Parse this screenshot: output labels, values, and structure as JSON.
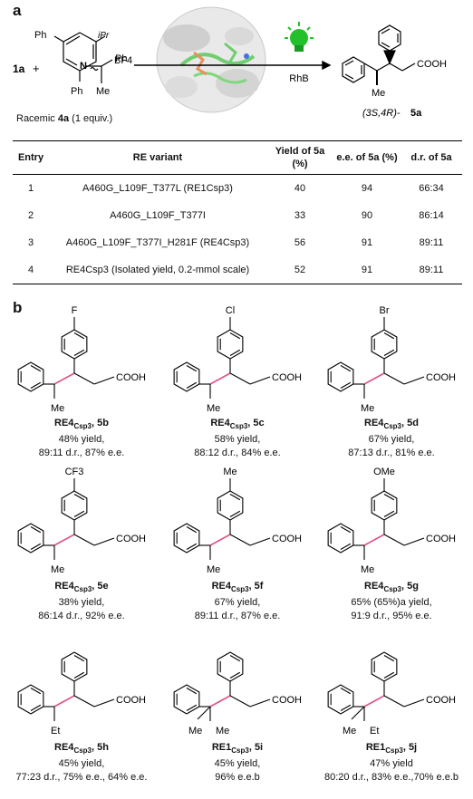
{
  "panel_a": {
    "letter": "a",
    "reactant_1a": "1a",
    "plus": "+",
    "pyridinium": {
      "ph_top": "Ph",
      "ipr": "iPr",
      "bf4": "BF4",
      "n_plus": "N",
      "ph_side": "Ph",
      "ph_bottom": "Ph",
      "me": "Me"
    },
    "racemic_label": "Racemic",
    "racemic_compound": "4a",
    "racemic_equiv": "(1 equiv.)",
    "catalyst": "RhB",
    "product_me": "Me",
    "product_acid": "COOH",
    "product_stereo": "(3S,4R)-",
    "product_id": "5a"
  },
  "table": {
    "headers": [
      "Entry",
      "RE variant",
      "Yield of 5a (%)",
      "e.e. of 5a (%)",
      "d.r. of 5a"
    ],
    "rows": [
      {
        "entry": "1",
        "variant": "A460G_L109F_T377L (RE1Csp3)",
        "yield": "40",
        "ee": "94",
        "dr": "66:34"
      },
      {
        "entry": "2",
        "variant": "A460G_L109F_T377I",
        "yield": "33",
        "ee": "90",
        "dr": "86:14"
      },
      {
        "entry": "3",
        "variant": "A460G_L109F_T377I_H281F (RE4Csp3)",
        "yield": "56",
        "ee": "91",
        "dr": "89:11"
      },
      {
        "entry": "4",
        "variant": "RE4Csp3 (Isolated yield, 0.2-mmol scale)",
        "yield": "52",
        "ee": "91",
        "dr": "89:11"
      }
    ]
  },
  "panel_b": {
    "letter": "b",
    "compounds": [
      {
        "sub": "F",
        "alkyl1": "Me",
        "alkyl2": "",
        "enzyme": "RE4",
        "id": "5b",
        "line2": "48% yield,",
        "line3": "89:11 d.r., 87% e.e."
      },
      {
        "sub": "Cl",
        "alkyl1": "Me",
        "alkyl2": "",
        "enzyme": "RE4",
        "id": "5c",
        "line2": "58% yield,",
        "line3": "88:12 d.r., 84% e.e."
      },
      {
        "sub": "Br",
        "alkyl1": "Me",
        "alkyl2": "",
        "enzyme": "RE4",
        "id": "5d",
        "line2": "67% yield,",
        "line3": "87:13 d.r., 81% e.e."
      },
      {
        "sub": "CF3",
        "alkyl1": "Me",
        "alkyl2": "",
        "enzyme": "RE4",
        "id": "5e",
        "line2": "38% yield,",
        "line3": "86:14 d.r., 92% e.e."
      },
      {
        "sub": "Me",
        "alkyl1": "Me",
        "alkyl2": "",
        "enzyme": "RE4",
        "id": "5f",
        "line2": "67% yield,",
        "line3": "89:11 d.r., 87% e.e."
      },
      {
        "sub": "OMe",
        "alkyl1": "Me",
        "alkyl2": "",
        "enzyme": "RE4",
        "id": "5g",
        "line2": "65% (65%)a yield,",
        "line3": "91:9 d.r., 95% e.e."
      },
      {
        "sub": "",
        "alkyl1": "Et",
        "alkyl2": "",
        "enzyme": "RE4",
        "id": "5h",
        "line2": "45% yield,",
        "line3": "77:23 d.r., 75% e.e., 64% e.e."
      },
      {
        "sub": "",
        "alkyl1": "Me",
        "alkyl2": "Me",
        "enzyme": "RE1",
        "id": "5i",
        "line2": "45% yield,",
        "line3": "96% e.e.b"
      },
      {
        "sub": "",
        "alkyl1": "Me",
        "alkyl2": "Et",
        "enzyme": "RE1",
        "id": "5j",
        "line2": "47% yield",
        "line3": "80:20 d.r., 83% e.e.,70% e.e.b"
      }
    ],
    "enzyme_subscript": "Csp3",
    "acid_label": "COOH"
  },
  "colors": {
    "pink_bond": "#e0528a",
    "bulb_green": "#22c02a",
    "protein_green": "#6fce6f",
    "protein_orange": "#e8905a"
  }
}
